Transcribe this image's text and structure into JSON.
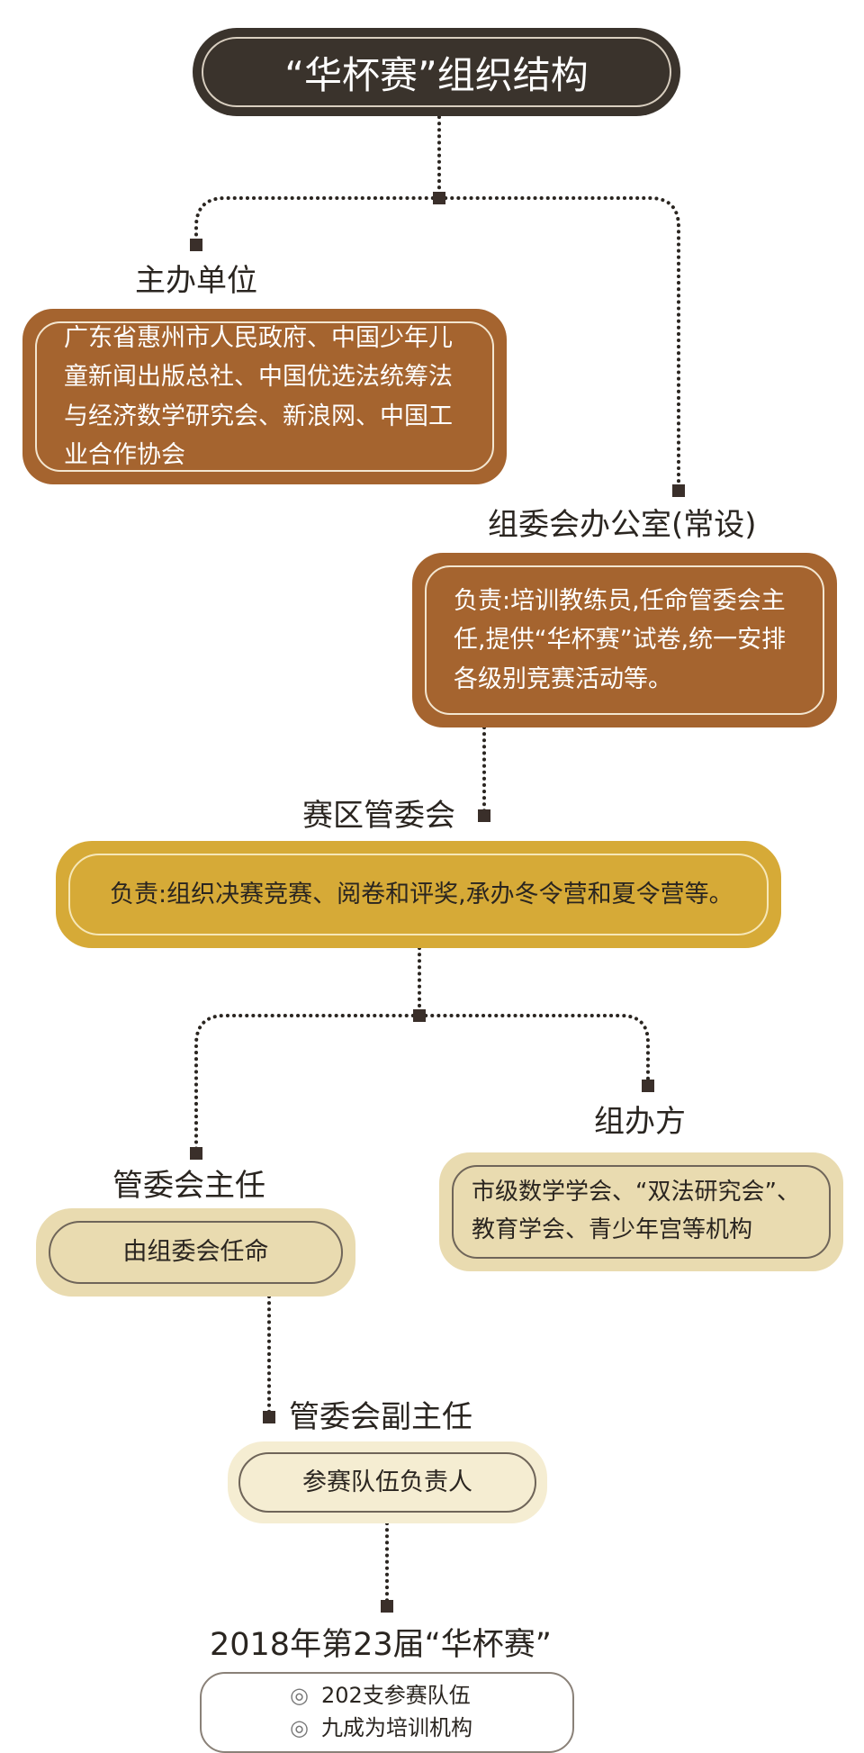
{
  "title": "“华杯赛”组织结构",
  "nodes": {
    "host": {
      "label": "主办单位",
      "text": "广东省惠州市人民政府、中国少年儿童新闻出版总社、中国优选法统筹法与经济数学研究会、新浪网、中国工业合作协会"
    },
    "office": {
      "label": "组委会办公室(常设)",
      "text": "负责:培训教练员,任命管委会主任,提供“华杯赛”试卷,统一安排各级别竞赛活动等。"
    },
    "committee": {
      "label": "赛区管委会",
      "text": "负责:组织决赛竞赛、阅卷和评奖,承办冬令营和夏令营等。"
    },
    "director": {
      "label": "管委会主任",
      "text": "由组委会任命"
    },
    "organizer": {
      "label": "组办方",
      "text": "市级数学学会、“双法研究会”、教育学会、青少年宫等机构"
    },
    "vice_director": {
      "label": "管委会副主任",
      "text": "参赛队伍负责人"
    },
    "summary": {
      "label": "2018年第23届“华杯赛”",
      "items": [
        "202支参赛队伍",
        "九成为培训机构"
      ]
    }
  },
  "colors": {
    "dark": "#3a332c",
    "brown": "#a5642f",
    "gold": "#d6aa37",
    "tan": "#e9dbb0",
    "cream": "#f5edd2",
    "line": "#2a2520"
  }
}
